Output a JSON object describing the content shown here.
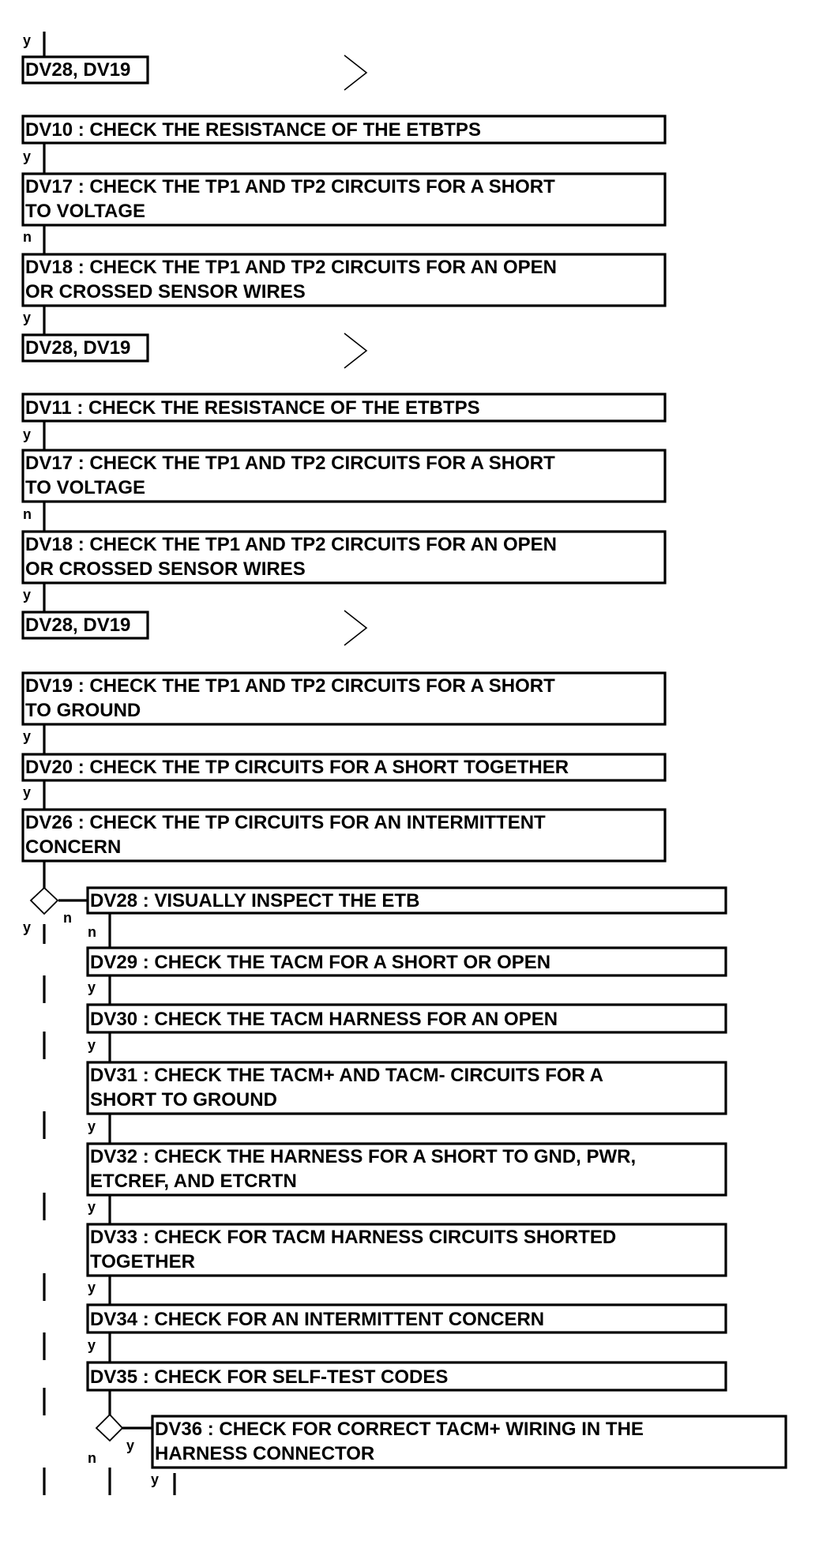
{
  "steps": [
    {
      "id": "top_ref",
      "lines": [
        "DV28, DV19"
      ]
    },
    {
      "id": "dv10",
      "lines": [
        "DV10 : CHECK THE RESISTANCE OF THE ETBTPS"
      ]
    },
    {
      "id": "dv17a",
      "lines": [
        "DV17 : CHECK THE TP1 AND TP2 CIRCUITS FOR A SHORT",
        "TO VOLTAGE"
      ]
    },
    {
      "id": "dv18a",
      "lines": [
        "DV18 : CHECK THE TP1 AND TP2 CIRCUITS FOR AN OPEN",
        "OR CROSSED SENSOR WIRES"
      ]
    },
    {
      "id": "ref_a",
      "lines": [
        "DV28, DV19"
      ]
    },
    {
      "id": "dv11",
      "lines": [
        "DV11 : CHECK THE RESISTANCE OF THE ETBTPS"
      ]
    },
    {
      "id": "dv17b",
      "lines": [
        "DV17 : CHECK THE TP1 AND TP2 CIRCUITS FOR A SHORT",
        "TO VOLTAGE"
      ]
    },
    {
      "id": "dv18b",
      "lines": [
        "DV18 : CHECK THE TP1 AND TP2 CIRCUITS FOR AN OPEN",
        "OR CROSSED SENSOR WIRES"
      ]
    },
    {
      "id": "ref_b",
      "lines": [
        "DV28, DV19"
      ]
    },
    {
      "id": "dv19",
      "lines": [
        "DV19 : CHECK THE TP1 AND TP2 CIRCUITS FOR A SHORT",
        "TO GROUND"
      ]
    },
    {
      "id": "dv20",
      "lines": [
        "DV20 : CHECK THE TP CIRCUITS FOR A SHORT TOGETHER"
      ]
    },
    {
      "id": "dv26",
      "lines": [
        "DV26 : CHECK THE TP CIRCUITS FOR AN INTERMITTENT",
        "CONCERN"
      ]
    },
    {
      "id": "dv28",
      "lines": [
        "DV28 : VISUALLY INSPECT THE ETB"
      ]
    },
    {
      "id": "dv29",
      "lines": [
        "DV29 : CHECK THE TACM FOR A SHORT OR OPEN"
      ]
    },
    {
      "id": "dv30",
      "lines": [
        "DV30 : CHECK THE TACM HARNESS FOR AN OPEN"
      ]
    },
    {
      "id": "dv31",
      "lines": [
        "DV31 : CHECK THE TACM+ AND TACM- CIRCUITS FOR A",
        "SHORT TO GROUND"
      ]
    },
    {
      "id": "dv32",
      "lines": [
        "DV32 : CHECK THE  HARNESS FOR A SHORT TO GND, PWR,",
        "ETCREF, AND ETCRTN"
      ]
    },
    {
      "id": "dv33",
      "lines": [
        "DV33 : CHECK FOR TACM HARNESS CIRCUITS SHORTED",
        "TOGETHER"
      ]
    },
    {
      "id": "dv34",
      "lines": [
        "DV34 : CHECK FOR AN INTERMITTENT CONCERN"
      ]
    },
    {
      "id": "dv35",
      "lines": [
        "DV35 : CHECK FOR SELF-TEST CODES"
      ]
    },
    {
      "id": "dv36",
      "lines": [
        "DV36 : CHECK FOR CORRECT TACM+ WIRING IN THE",
        "HARNESS CONNECTOR"
      ]
    }
  ],
  "branch_labels": [
    {
      "id": "y0",
      "text": "y"
    },
    {
      "id": "y1",
      "text": "y"
    },
    {
      "id": "n1",
      "text": "n"
    },
    {
      "id": "y2",
      "text": "y"
    },
    {
      "id": "y3",
      "text": "y"
    },
    {
      "id": "n3",
      "text": "n"
    },
    {
      "id": "y4",
      "text": "y"
    },
    {
      "id": "y5",
      "text": "y"
    },
    {
      "id": "y6",
      "text": "y"
    },
    {
      "id": "d1y",
      "text": "y"
    },
    {
      "id": "d1n",
      "text": "n"
    },
    {
      "id": "n7",
      "text": "n"
    },
    {
      "id": "y8",
      "text": "y"
    },
    {
      "id": "y9",
      "text": "y"
    },
    {
      "id": "y10",
      "text": "y"
    },
    {
      "id": "y11",
      "text": "y"
    },
    {
      "id": "y12",
      "text": "y"
    },
    {
      "id": "y13",
      "text": "y"
    },
    {
      "id": "d2n",
      "text": "n"
    },
    {
      "id": "d2y",
      "text": "y"
    },
    {
      "id": "y14",
      "text": "y"
    }
  ],
  "colors": {
    "line": "#000000",
    "background": "#ffffff"
  }
}
